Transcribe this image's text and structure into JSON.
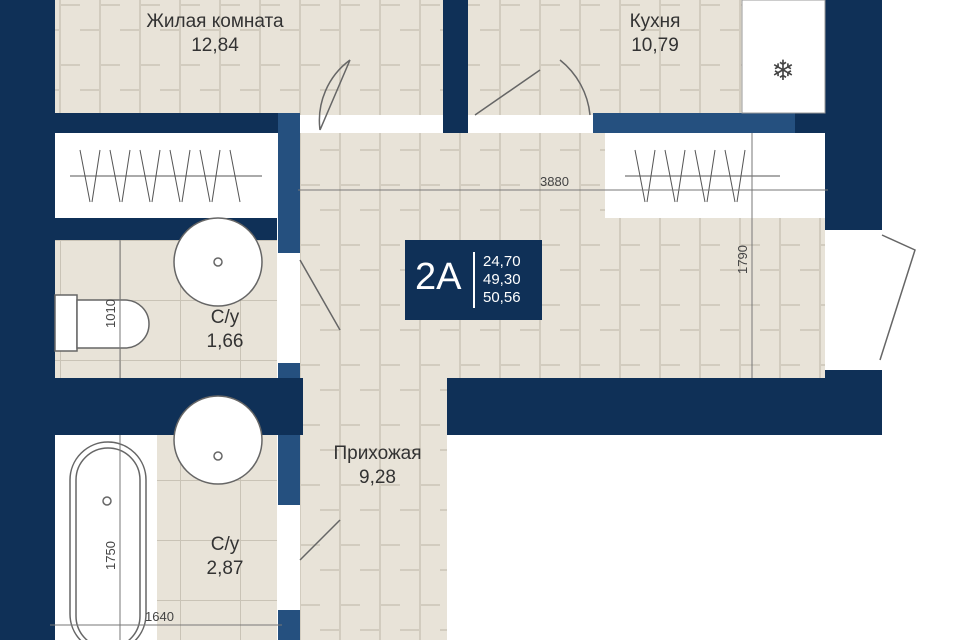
{
  "rooms": [
    {
      "name": "Жилая комната",
      "area": "12,84"
    },
    {
      "name": "Кухня",
      "area": "10,79"
    },
    {
      "name": "С/у",
      "area": "1,66"
    },
    {
      "name": "Прихожая",
      "area": "9,28"
    },
    {
      "name": "С/у",
      "area": "2,87"
    }
  ],
  "dimensions": {
    "corridor_width": "3880",
    "hall_depth": "1790",
    "wc_width": "1010",
    "bath_length": "1750",
    "bath_room_width": "1640"
  },
  "badge": {
    "type": "2A",
    "living_area": "24,70",
    "total_area": "49,30",
    "total_area_balcony": "50,56"
  },
  "colors": {
    "wall": "#0f3057",
    "partition": "#25507f",
    "floor": "#e8e3d8"
  }
}
